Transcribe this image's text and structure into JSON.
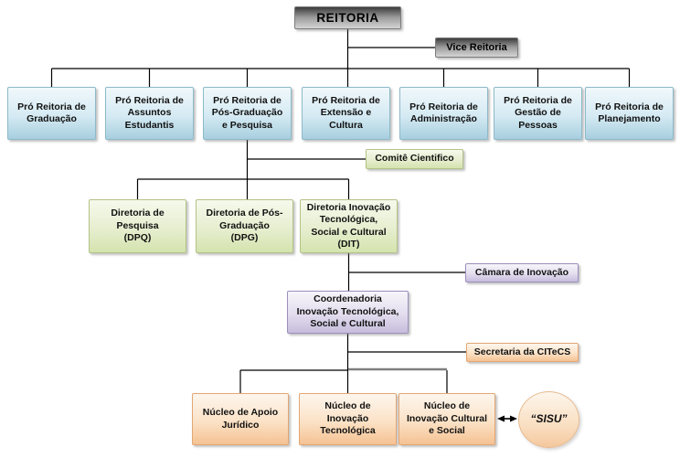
{
  "diagram": {
    "root": "REITORIA",
    "vice": "Vice Reitoria",
    "pro_reitorias": [
      "Pró Reitoria de\nGraduação",
      "Pró Reitoria de\nAssuntos\nEstudantis",
      "Pró Reitoria de\nPós-Graduação\ne Pesquisa",
      "Pró Reitoria de\nExtensão e\nCultura",
      "Pró Reitoria de\nAdministração",
      "Pró Reitoria de\nGestão de\nPessoas",
      "Pró Reitoria de\nPlanejamento"
    ],
    "comite": "Comitê Cientifico",
    "diretorias": [
      "Diretoria de\nPesquisa\n(DPQ)",
      "Diretoria de Pós-\nGraduação\n(DPG)",
      "Diretoria Inovação\nTecnológica,\nSocial e Cultural\n(DIT)"
    ],
    "camara": "Câmara de Inovação",
    "coordenadoria": "Coordenadoria\nInovação Tecnológica,\nSocial e Cultural",
    "secretaria": "Secretaria da CITeCS",
    "nucleos": [
      "Núcleo de Apoio\nJurídico",
      "Núcleo de\nInovação\nTecnológica",
      "Núcleo de\nInovação Cultural\ne Social"
    ],
    "sisu": "“SISU”"
  },
  "colors": {
    "connector": "#000000",
    "connector_gray": "#7f7f7f",
    "level_gray": "#9b9b9b",
    "level_blue": "#a7cfdf",
    "level_green": "#d4e3ae",
    "level_purple": "#c7bddc",
    "level_orange": "#f5c293"
  }
}
